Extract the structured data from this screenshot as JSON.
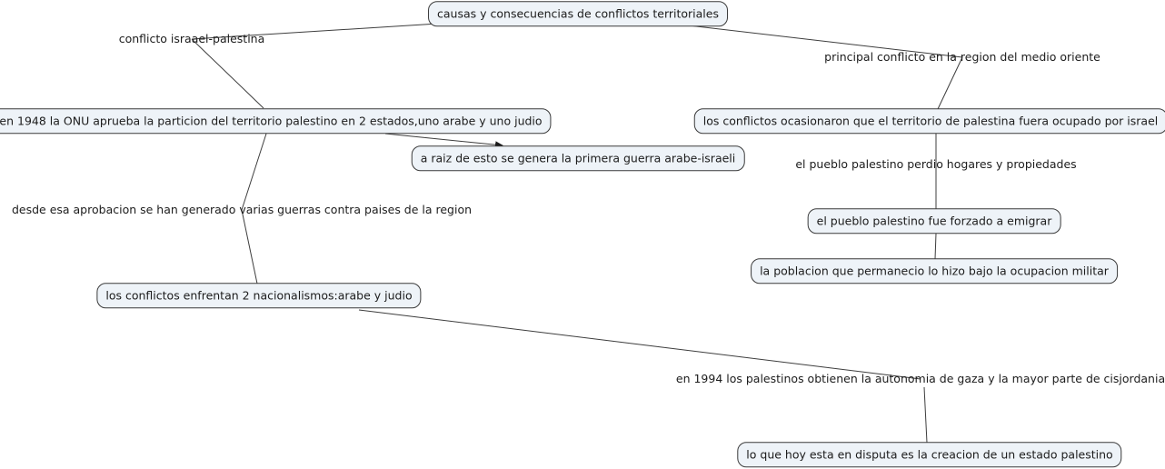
{
  "map_title": "causas y consecuencias de conflictos territoriales",
  "colors": {
    "background": "#ffffff",
    "node_fill": "#eef3f8",
    "node_border": "#3a3a3a",
    "line": "#3d3d3d",
    "text": "#1c1c1c"
  },
  "nodes": {
    "causas": {
      "text": "causas y consecuencias de conflictos territoriales"
    },
    "onu1948": {
      "text": "en 1948 la ONU aprueba la particion del territorio palestino en 2 estados,uno arabe y uno judio"
    },
    "ocasionaron": {
      "text": "los conflictos ocasionaron que el territorio de palestina fuera ocupado por israel"
    },
    "araiz": {
      "text": "a raiz de esto se genera la primera guerra arabe-israeli"
    },
    "forzado": {
      "text": "el pueblo palestino fue forzado a emigrar"
    },
    "poblacion": {
      "text": "la poblacion que permanecio lo hizo bajo la ocupacion militar"
    },
    "nacionalismos": {
      "text": "los conflictos enfrentan 2 nacionalismos:arabe y judio"
    },
    "disputa": {
      "text": "lo que hoy esta en disputa es la creacion de un estado palestino"
    }
  },
  "link_labels": {
    "conflicto": {
      "text": "conflicto israael-palestina"
    },
    "principal": {
      "text": "principal conflicto en la region del medio oriente"
    },
    "perdio": {
      "text": "el pueblo palestino perdio hogares y propiedades"
    },
    "desde": {
      "text": "desde esa aprobacion se han generado varias guerras contra paises de la region"
    },
    "en1994": {
      "text": "en 1994 los palestinos obtienen la autonomia de gaza y la mayor parte de cisjordania"
    }
  },
  "connections": [
    {
      "from": "causas",
      "via": "conflicto israael-palestina",
      "to": "onu1948",
      "arrow": false
    },
    {
      "from": "causas",
      "via": "principal conflicto en la region del medio oriente",
      "to": "ocasionaron",
      "arrow": false
    },
    {
      "from": "onu1948",
      "via": null,
      "to": "araiz",
      "arrow": true
    },
    {
      "from": "onu1948",
      "via": "desde esa aprobacion se han generado varias guerras contra paises de la region",
      "to": "nacionalismos",
      "arrow": false
    },
    {
      "from": "ocasionaron",
      "via": "el pueblo palestino perdio hogares y propiedades",
      "to": "forzado",
      "arrow": false
    },
    {
      "from": "forzado",
      "via": null,
      "to": "poblacion",
      "arrow": false
    },
    {
      "from": "nacionalismos",
      "via": "en 1994 los palestinos obtienen la autonomia de gaza y la mayor parte de cisjordania",
      "to": "disputa",
      "arrow": false
    }
  ]
}
